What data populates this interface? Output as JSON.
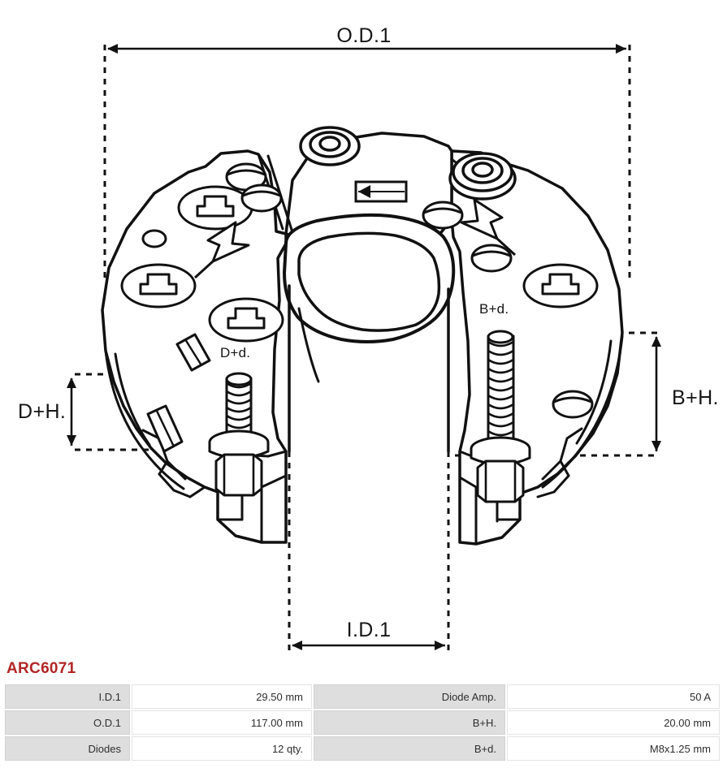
{
  "drawing": {
    "name": "alternator-rectifier-exploded-view",
    "dimension_labels": {
      "od1": "O.D.1",
      "id1": "I.D.1",
      "d_plus_h": "D+H.",
      "b_plus_h": "B+H.",
      "d_plus_d": "D+d.",
      "b_plus_d": "B+d."
    }
  },
  "part": {
    "title": "ARC6071",
    "title_color": "#b12626"
  },
  "spec_table": {
    "rows": [
      {
        "label_left": "I.D.1",
        "value_left": "29.50 mm",
        "label_right": "Diode Amp.",
        "value_right": "50 A"
      },
      {
        "label_left": "O.D.1",
        "value_left": "117.00 mm",
        "label_right": "B+H.",
        "value_right": "20.00 mm"
      },
      {
        "label_left": "Diodes",
        "value_left": "12 qty.",
        "label_right": "B+d.",
        "value_right": "M8x1.25 mm"
      }
    ]
  }
}
